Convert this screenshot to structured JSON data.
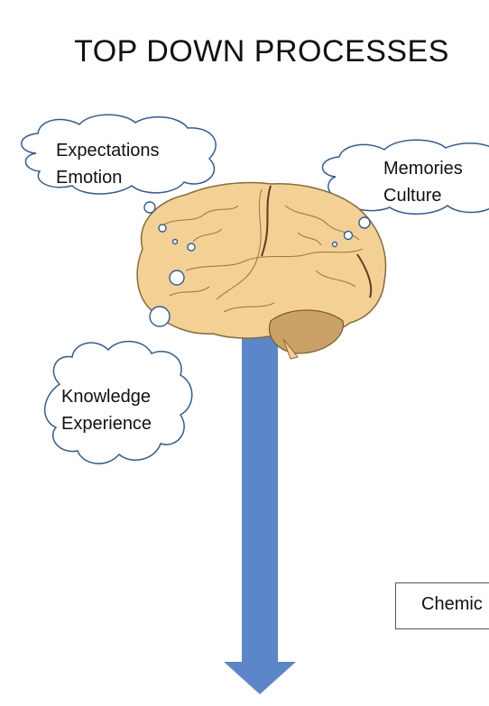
{
  "title": "TOP DOWN PROCESSES",
  "clouds": {
    "top_left": [
      "Expectations",
      "Emotion"
    ],
    "top_right": [
      "Memories",
      "Culture"
    ],
    "left": [
      "Knowledge",
      "Experience"
    ]
  },
  "box_label": "Chemic",
  "colors": {
    "arrow": "#5b86c8",
    "brain": "#f3d194",
    "cerebellum": "#caa166",
    "cloud_stroke": "#2f5c9a"
  },
  "icons": [
    "brain-icon",
    "thought-bubbles",
    "down-arrow"
  ]
}
